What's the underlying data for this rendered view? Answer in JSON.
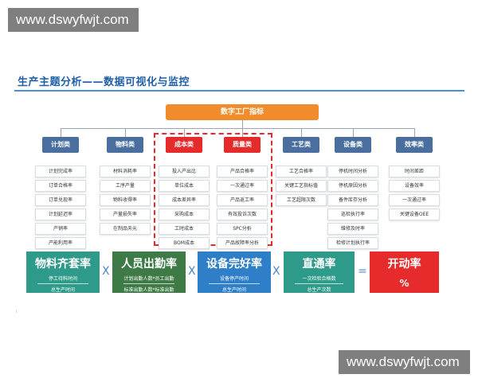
{
  "watermark_top": "www.dswyfwjt.com",
  "watermark_bottom": "www.dswyfwjt.com",
  "title": "生产主题分析——数据可视化与监控",
  "root": "数字工厂指标",
  "categories": [
    {
      "label": "计划类",
      "items": [
        "计划完成率",
        "订单合格率",
        "订单兑现率",
        "计划延迟率",
        "产销率",
        "产能利用率"
      ]
    },
    {
      "label": "物料类",
      "items": [
        "材料消耗率",
        "工序产量",
        "物料收得率",
        "产量损失率",
        "在制品天元"
      ]
    },
    {
      "label": "成本类",
      "items": [
        "投入产出比",
        "单位成本",
        "成本差异率",
        "采购成本",
        "工时成本",
        "BOM成本"
      ]
    },
    {
      "label": "质量类",
      "items": [
        "产品合格率",
        "一次通过率",
        "产品返工率",
        "有效投诉次数",
        "SPC分析",
        "产品故障率分析"
      ]
    },
    {
      "label": "工艺类",
      "items": [
        "工艺合格率",
        "关键工艺指标值",
        "工艺超限次数"
      ]
    },
    {
      "label": "设备类",
      "items": [
        "停机时间分析",
        "停机原因分析",
        "备件库存分析",
        "巡检执行率",
        "维修及时率",
        "检修计划执行率"
      ]
    },
    {
      "label": "效率类",
      "items": [
        "时间差距",
        "设备效率",
        "一次通过率",
        "关键设备OEE"
      ]
    }
  ],
  "kpis": [
    {
      "title": "物料齐套率",
      "line1": "停工待料时间",
      "line2": "总生产时间",
      "color": "#2e9a8a"
    },
    {
      "title": "人员出勤率",
      "line1": "计划出勤人数*员工出勤",
      "line2": "标准出勤人数*标准出勤",
      "color": "#3d7a45"
    },
    {
      "title": "设备完好率",
      "line1": "设备停产时间",
      "line2": "总生产时间",
      "color": "#2f7fc8"
    },
    {
      "title": "直通率",
      "line1": "一次检验合格数",
      "line2": "总生产次数",
      "color": "#2e9a8a"
    },
    {
      "title": "开动率",
      "value": "%",
      "color": "#e52b2b"
    }
  ],
  "operators": [
    "X",
    "X",
    "X",
    "="
  ],
  "colors": {
    "accent_orange": "#f08c2c",
    "category_blue": "#4a6f9e",
    "highlight_red": "#e52b2b",
    "title_blue": "#1f5fa8"
  }
}
